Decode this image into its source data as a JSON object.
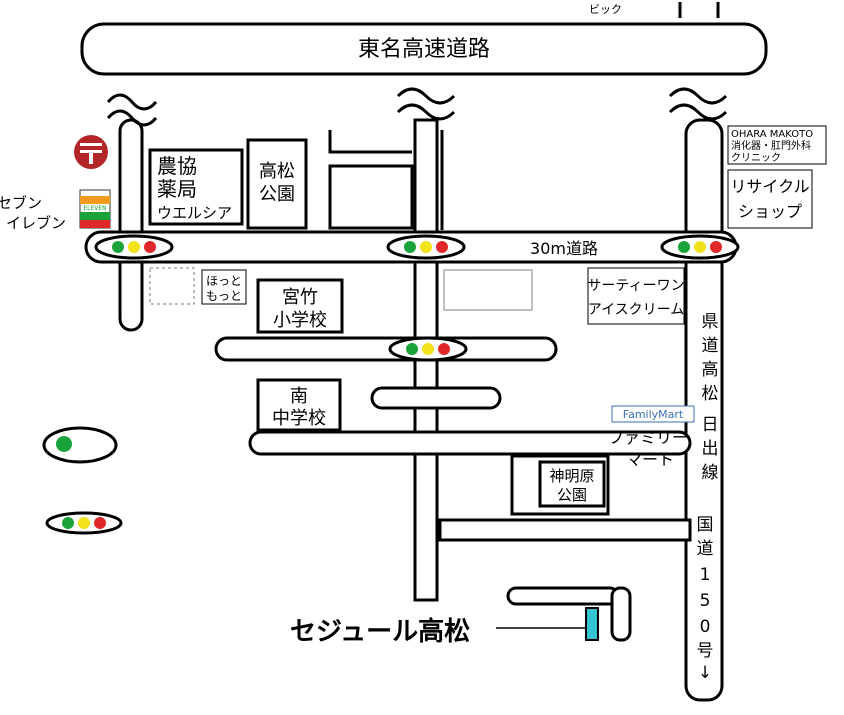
{
  "map": {
    "expressway": "東名高速道路",
    "road_30m": "30m道路",
    "prefectural_road": [
      "県",
      "道",
      "高",
      "松",
      "日",
      "出",
      "線"
    ],
    "national_road": [
      "国",
      "道",
      "1",
      "5",
      "0",
      "号",
      "↓"
    ],
    "top_label": "ビック"
  },
  "landmarks": {
    "seven_eleven": [
      "セブン",
      "イレブン"
    ],
    "seven_eleven_logo": "ELEVEN",
    "noukyou": [
      "農協",
      "薬局",
      "ウエルシア"
    ],
    "park1": [
      "高松",
      "公園"
    ],
    "clinic": [
      "OHARA MAKOTO",
      "消化器・肛門外科",
      "クリニック"
    ],
    "recycle": [
      "リサイクル",
      "ショップ"
    ],
    "hotto": [
      "ほっと",
      "もっと"
    ],
    "school_elem": [
      "宮竹",
      "小学校"
    ],
    "thirtyone": [
      "サーティーワン",
      "アイスクリーム"
    ],
    "school_mid": [
      "南",
      "中学校"
    ],
    "familymart_sign": "FamilyMart",
    "familymart": [
      "ファミリー",
      "マート"
    ],
    "park2": [
      "神明原",
      "公園"
    ],
    "destination": "セジュール高松"
  },
  "colors": {
    "green": "#1aa33a",
    "yellow": "#f2e21a",
    "red": "#e0282a",
    "post": "#b3262a",
    "destination": "#33c3d3"
  }
}
